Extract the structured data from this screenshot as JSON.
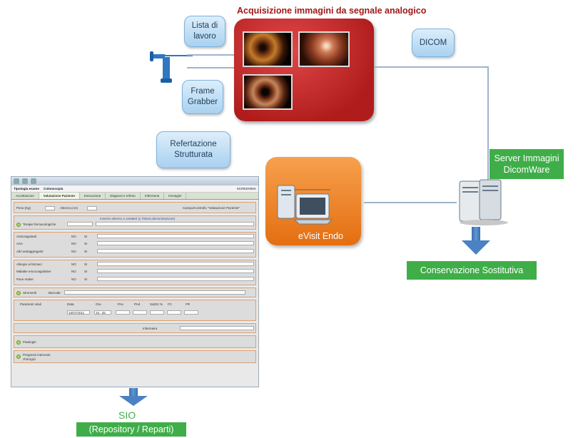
{
  "title": "Acquisizione immagini da segnale analogico",
  "bubbles": {
    "lista": [
      "Lista di",
      "lavoro"
    ],
    "frame": [
      "Frame",
      "Grabber"
    ],
    "dicom": "DICOM",
    "refertazione": [
      "Refertazione",
      "Strutturata"
    ]
  },
  "evisit_label": "eVisit Endo",
  "server_label": [
    "Server Immagini",
    "DicomWare"
  ],
  "conservazione_label": "Conservazione Sostitutiva",
  "sio_label": "SIO",
  "repository_label": "(Repository / Reparti)",
  "form": {
    "tipologia_label": "Tipologia esame",
    "tipologia_value": "Colonscopia",
    "screening": "SCREENING",
    "tabs": [
      "Accettazione",
      "Valutazione Paziente",
      "Esecuzione",
      "Diagnosi e referto",
      "Infermeria",
      "Immagini"
    ],
    "peso": "Peso (Kg)",
    "altezza": "Altezza (cm)",
    "checkbox_label": "Campo/Controllo \"Valutazione Paziente\"",
    "terapie": "Terapie farmacologiche",
    "hint": "Inserire almeno 4 caratteri (o l'intera denominazione)",
    "anticoagulanti": "Anticoagulanti",
    "asa": "ASA",
    "altri": "Altri antiaggreganti",
    "allergie": "Allergie ai farmaci",
    "malattie": "Malattie emocoagulative",
    "pace": "Pace maker",
    "strumenti": "Strumenti",
    "barcode": "Barcode",
    "parametri": "Parametri vitali",
    "data": "Data",
    "ora": "Ora",
    "date_value": "15/07/2011",
    "time_value": "16 : 25",
    "param_cols": [
      "PAs",
      "PAd",
      "SatO2 %",
      "FC",
      "FR"
    ],
    "infermiera": "Infermiera",
    "patologie": "Patologie",
    "pregressi": [
      "Pregressi interventi",
      "chirurgici"
    ],
    "no": "NO",
    "si": "SI"
  },
  "colors": {
    "title": "#a01818",
    "red_box": "#c02626",
    "orange_box": "#ee8428",
    "green": "#3fae49",
    "bubble": "#b7dbf4",
    "line": "#9fb4cc",
    "arrow": "#4a82c4"
  }
}
